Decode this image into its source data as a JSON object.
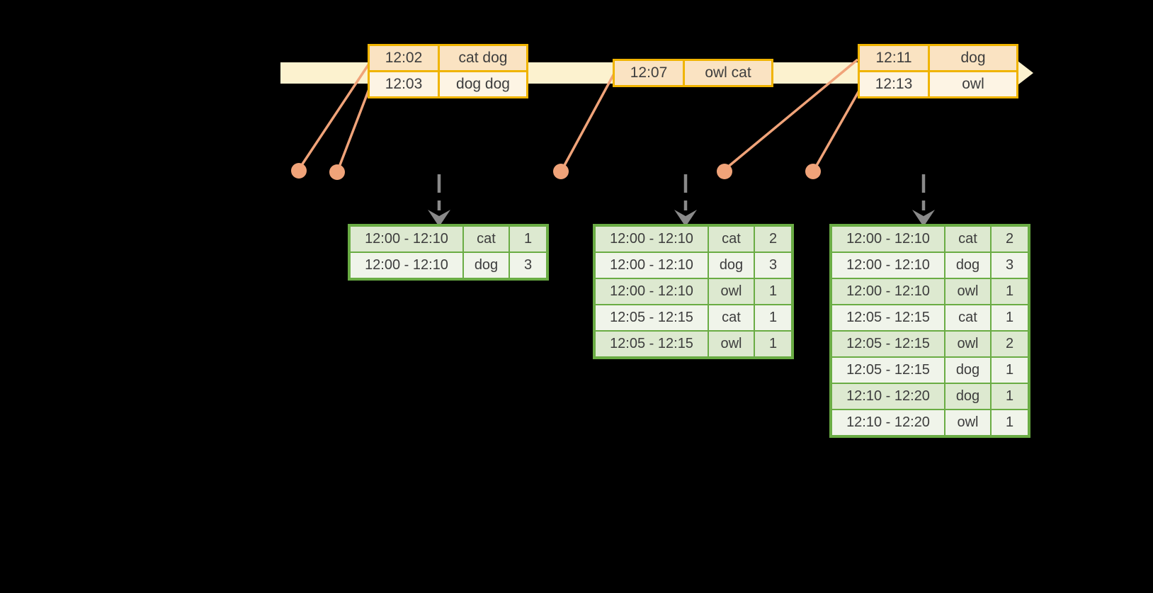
{
  "diagram": {
    "kind": "streaming-windowed-word-count-timeline",
    "colors": {
      "background": "#000000",
      "timeline_band": "#fcf2cf",
      "event_table_border": "#f0b400",
      "event_row_dark": "#fae3c2",
      "event_row_light": "#fdf4e4",
      "connector_and_dots": "#f0a379",
      "trigger_arrow": "#8a8a8a",
      "result_table_border": "#6aac44",
      "result_row_dark": "#dde9d0",
      "result_row_light": "#f0f4ea",
      "text": "#3d3d3d"
    },
    "event_tables": [
      {
        "rows": [
          [
            "12:02",
            "cat dog"
          ],
          [
            "12:03",
            "dog dog"
          ]
        ]
      },
      {
        "rows": [
          [
            "12:07",
            "owl cat"
          ]
        ]
      },
      {
        "rows": [
          [
            "12:11",
            "dog"
          ],
          [
            "12:13",
            "owl"
          ]
        ]
      }
    ],
    "result_tables": [
      {
        "rows": [
          [
            "12:00 - 12:10",
            "cat",
            "1"
          ],
          [
            "12:00 - 12:10",
            "dog",
            "3"
          ]
        ]
      },
      {
        "rows": [
          [
            "12:00 - 12:10",
            "cat",
            "2"
          ],
          [
            "12:00 - 12:10",
            "dog",
            "3"
          ],
          [
            "12:00 - 12:10",
            "owl",
            "1"
          ],
          [
            "12:05 - 12:15",
            "cat",
            "1"
          ],
          [
            "12:05 - 12:15",
            "owl",
            "1"
          ]
        ]
      },
      {
        "rows": [
          [
            "12:00 - 12:10",
            "cat",
            "2"
          ],
          [
            "12:00 - 12:10",
            "dog",
            "3"
          ],
          [
            "12:00 - 12:10",
            "owl",
            "1"
          ],
          [
            "12:05 - 12:15",
            "cat",
            "1"
          ],
          [
            "12:05 - 12:15",
            "owl",
            "2"
          ],
          [
            "12:05 - 12:15",
            "dog",
            "1"
          ],
          [
            "12:10 - 12:20",
            "dog",
            "1"
          ],
          [
            "12:10 - 12:20",
            "owl",
            "1"
          ]
        ]
      }
    ]
  }
}
